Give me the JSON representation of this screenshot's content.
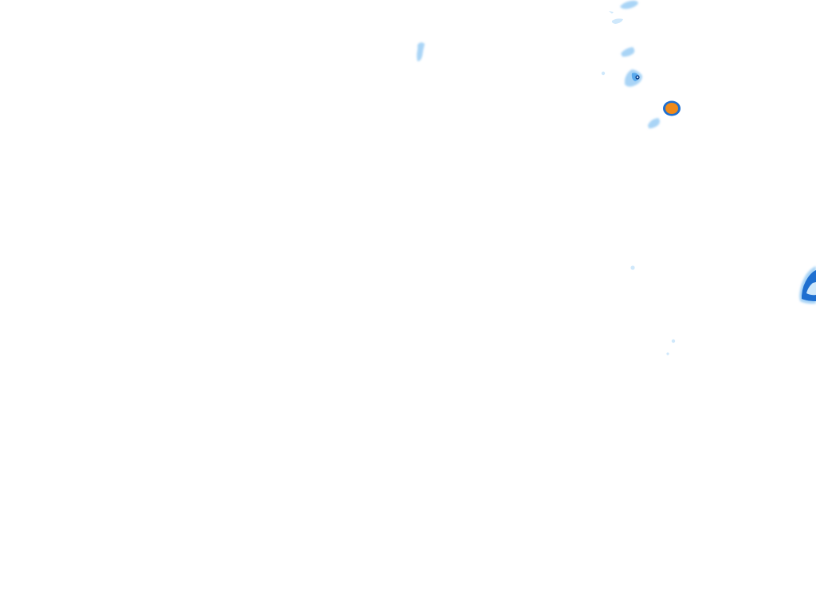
{
  "map": {
    "background_color": "#ffffff",
    "layer": "precipitation-radar-overlay",
    "intensity_palette": {
      "very_light": "#cfe8fb",
      "light": "#a9d4f6",
      "moderate": "#5aa9ec",
      "heavy": "#1e6fd0",
      "core_outline": "#0d3f8a",
      "intense": "#f08a1a"
    },
    "cells": [
      {
        "id": "cell-top-edge-a",
        "intensity": "light"
      },
      {
        "id": "cell-top-edge-b",
        "intensity": "very_light"
      },
      {
        "id": "cell-north-streak",
        "intensity": "light"
      },
      {
        "id": "cell-northeast-small",
        "intensity": "light"
      },
      {
        "id": "cell-northeast-core",
        "intensity": "moderate"
      },
      {
        "id": "cell-orange-core",
        "intensity": "intense"
      },
      {
        "id": "cell-southwest-of-core",
        "intensity": "light"
      },
      {
        "id": "cell-dot-mid",
        "intensity": "very_light"
      },
      {
        "id": "cell-right-edge-band",
        "intensity": "heavy"
      },
      {
        "id": "cell-dot-lower-a",
        "intensity": "very_light"
      },
      {
        "id": "cell-dot-lower-b",
        "intensity": "very_light"
      }
    ]
  }
}
